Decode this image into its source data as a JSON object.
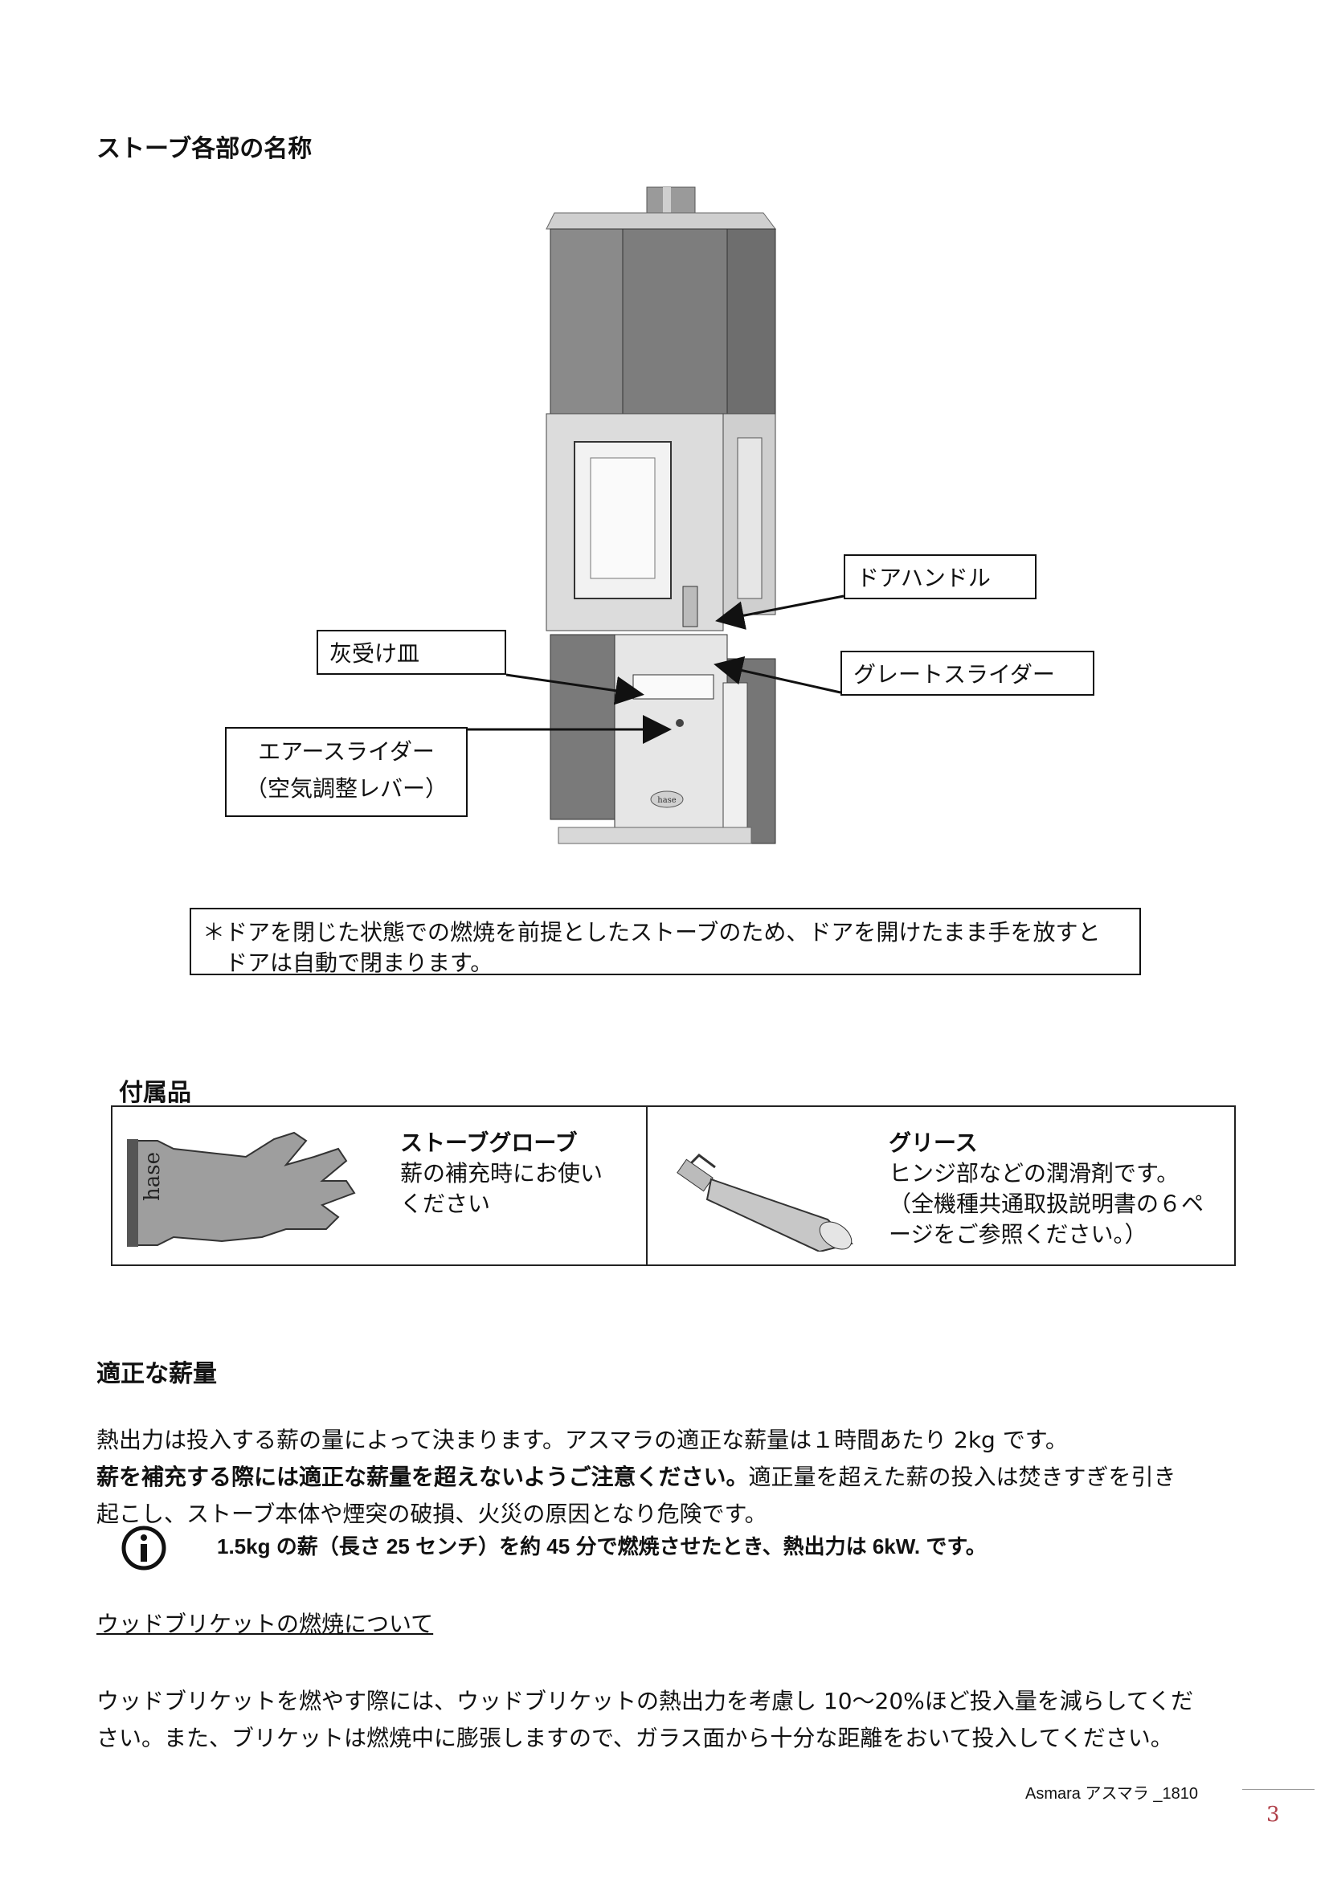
{
  "section1": {
    "title": "ストーブ各部の名称",
    "labels": {
      "door_handle": "ドアハンドル",
      "ash_pan": "灰受け皿",
      "grate_slider": "グレートスライダー",
      "air_slider_line1": "エアースライダー",
      "air_slider_line2": "（空気調整レバー）"
    },
    "note_line1": "＊ドアを閉じた状態での燃焼を前提としたストーブのため、ドアを開けたまま手を放すと",
    "note_line2": "ドアは自動で閉まります。",
    "stove_logo": "hase"
  },
  "section2": {
    "title": "付属品",
    "glove": {
      "name": "ストーブグローブ",
      "desc_line1": "薪の補充時にお使い",
      "desc_line2": "ください",
      "logo": "hase"
    },
    "grease": {
      "name": "グリース",
      "desc_line1": "ヒンジ部などの潤滑剤です。",
      "desc_line2": "（全機種共通取扱説明書の６ペ",
      "desc_line3": "ージをご参照ください。）"
    }
  },
  "section3": {
    "title": "適正な薪量",
    "para1": "熱出力は投入する薪の量によって決まります。アスマラの適正な薪量は１時間あたり 2kg です。",
    "para2_bold": "薪を補充する際には適正な薪量を超えないようご注意ください。",
    "para2_rest": "適正量を超えた薪の投入は焚きすぎを引き",
    "para3": "起こし、ストーブ本体や煙突の破損、火災の原因となり危険です。",
    "info": "1.5kg の薪（長さ 25 センチ）を約 45 分で燃焼させたとき、熱出力は 6kW. です。",
    "subheading": "ウッドブリケットの燃焼について",
    "briquette_line1": "ウッドブリケットを燃やす際には、ウッドブリケットの熱出力を考慮し 10〜20%ほど投入量を減らしてくだ",
    "briquette_line2": "さい。また、ブリケットは燃焼中に膨張しますので、ガラス面から十分な距離をおいて投入してください。"
  },
  "footer": {
    "doc_label": "Asmara アスマラ _1810",
    "page_number": "3"
  }
}
